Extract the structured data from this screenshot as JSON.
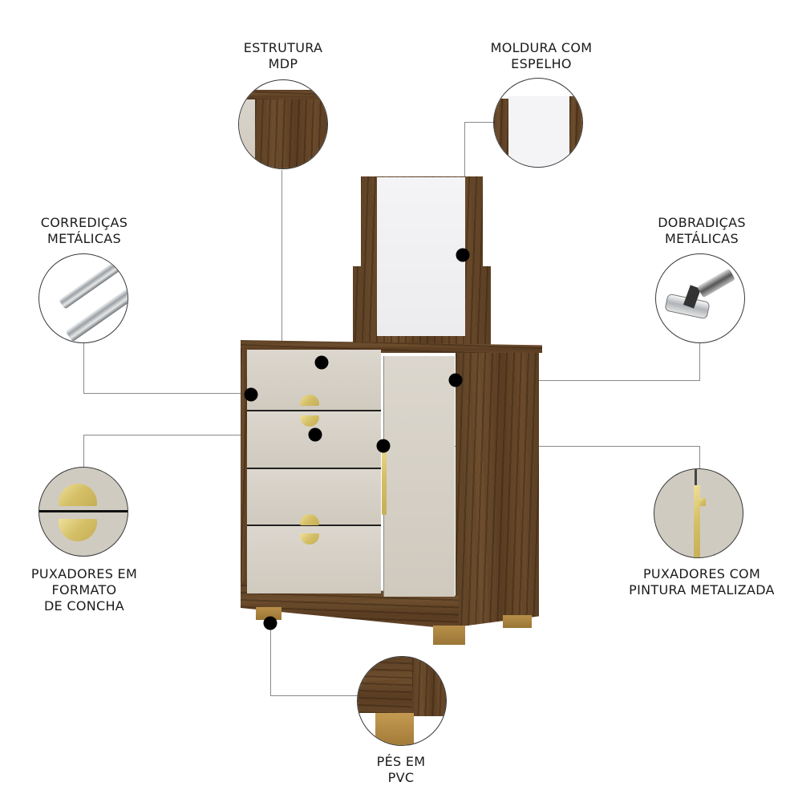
{
  "callouts": {
    "estrutura": {
      "line1": "ESTRUTURA",
      "line2": "MDP",
      "icon": "wood-panel-closeup"
    },
    "moldura": {
      "line1": "MOLDURA COM",
      "line2": "ESPELHO",
      "icon": "mirror-frame-closeup"
    },
    "corredicas": {
      "line1": "CORREDIÇAS",
      "line2": "METÁLICAS",
      "icon": "drawer-slide-closeup"
    },
    "dobradicas": {
      "line1": "DOBRADIÇAS",
      "line2": "METÁLICAS",
      "icon": "hinge-closeup"
    },
    "puxadores_concha": {
      "line1": "PUXADORES EM",
      "line2": "FORMATO",
      "line3": "DE CONCHA",
      "icon": "shell-handle-closeup"
    },
    "puxadores_metal": {
      "line1": "PUXADORES COM",
      "line2": "PINTURA METALIZADA",
      "icon": "bar-handle-closeup"
    },
    "pes": {
      "line1": "PÉS EM",
      "line2": "PVC",
      "icon": "pvc-foot-closeup"
    }
  },
  "product": {
    "type": "dresser-with-mirror",
    "drawers": 4,
    "doors": 1
  },
  "colors": {
    "wood": "#5e4226",
    "panel": "#d6d0c6",
    "handle_gold": "#d4bf67",
    "marker": "#000000",
    "leader_line": "#8a8a8a"
  }
}
